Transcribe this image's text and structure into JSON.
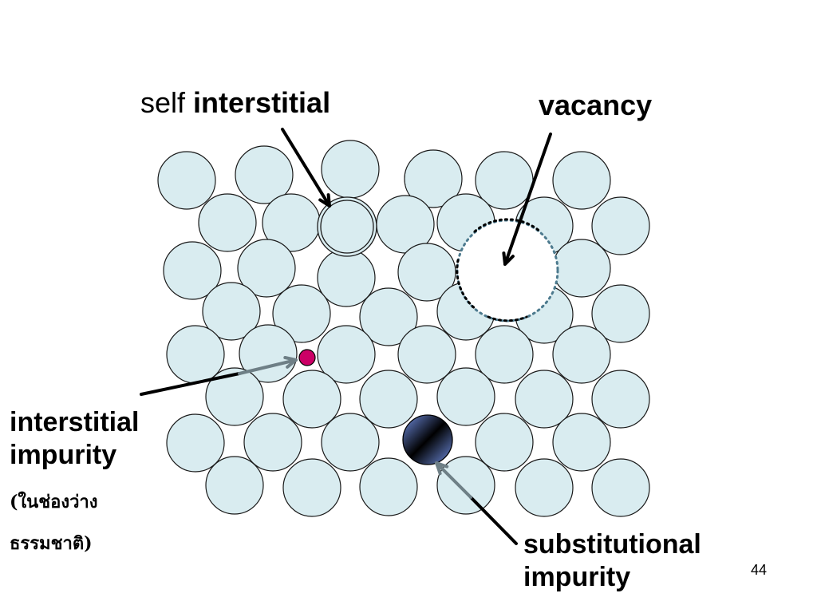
{
  "labels": {
    "self_interstitial_prefix": "self ",
    "self_interstitial_bold": "interstitial",
    "vacancy": "vacancy",
    "interstitial_impurity_line1": "interstitial",
    "interstitial_impurity_line2": "impurity",
    "thai_line1": "(ในช่องว่าง",
    "thai_line2": "ธรรมชาติ)",
    "substitutional_line1": "substitutional",
    "substitutional_line2": "impurity"
  },
  "page_number": "44",
  "colors": {
    "atom_fill": "#d9ecf0",
    "atom_stroke": "#1a1a1a",
    "interstitial_impurity": "#cc0066",
    "substitutional_dark": "#000000",
    "substitutional_light": "#5f7fd6",
    "vacancy_outline": "#4d7a8e",
    "arrow_black": "#000000",
    "arrow_gray": "#6e7f86"
  }
}
